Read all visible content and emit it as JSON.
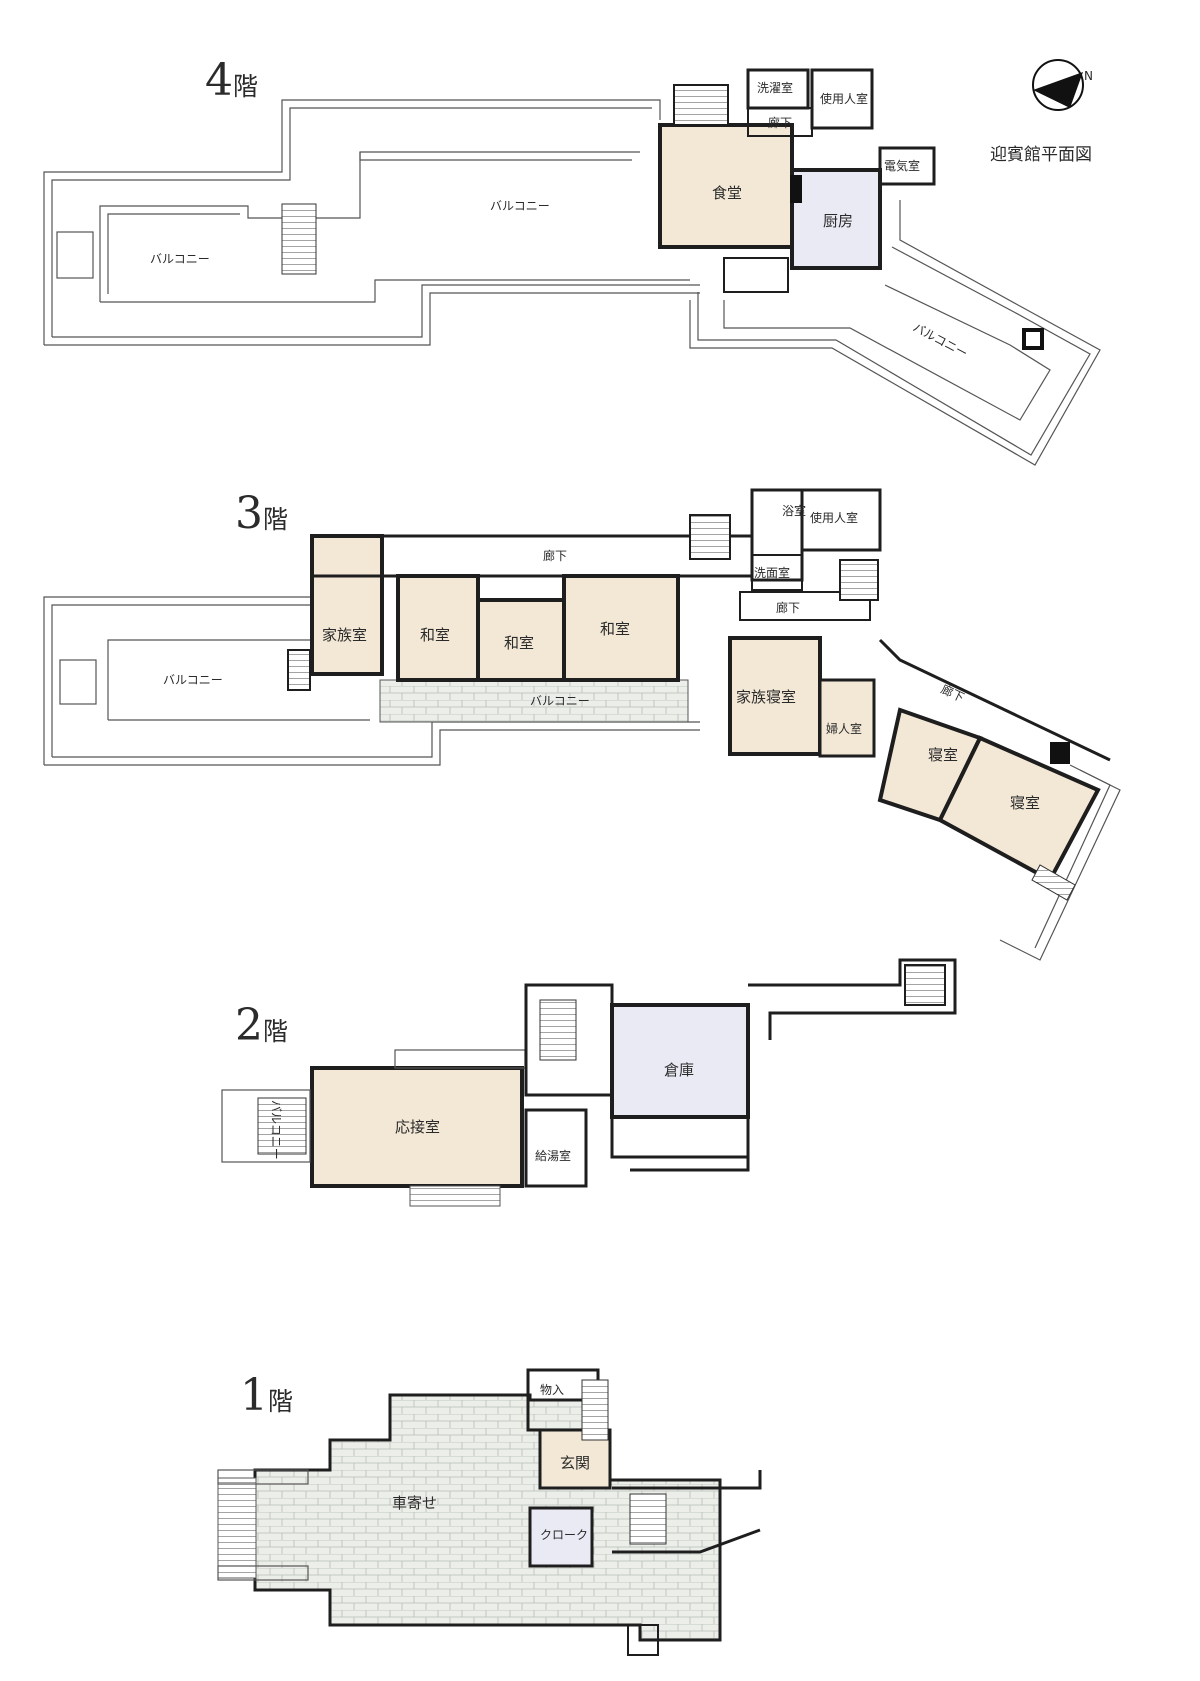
{
  "figure": {
    "title": "迎賓館平面図",
    "compass_label": "N"
  },
  "floors": {
    "f4": {
      "num": "4",
      "kai": "階",
      "rooms": {
        "sentaku": "洗濯室",
        "shiyounin": "使用人室",
        "rouka": "廊下",
        "shokudo": "食堂",
        "denki": "電気室",
        "chubo": "厨房",
        "balcony_center": "バルコニー",
        "balcony_west": "バルコニー",
        "balcony_east": "バルコニー"
      }
    },
    "f3": {
      "num": "3",
      "kai": "階",
      "rooms": {
        "yokushitsu": "浴室",
        "shiyounin": "使用人室",
        "senmen": "洗面室",
        "rouka_main": "廊下",
        "rouka_mid": "廊下",
        "rouka_east": "廊下",
        "kazoku": "家族室",
        "washitsu1": "和室",
        "washitsu2": "和室",
        "washitsu3": "和室",
        "balcony_west": "バルコニー",
        "balcony_south": "バルコニー",
        "kazoku_shinshitsu": "家族寝室",
        "fujin": "婦人室",
        "shinshitsu1": "寝室",
        "shinshitsu2": "寝室"
      }
    },
    "f2": {
      "num": "2",
      "kai": "階",
      "rooms": {
        "soko": "倉庫",
        "osetsu": "応接室",
        "kyuto": "給湯室",
        "balcony": "バルコニー"
      }
    },
    "f1": {
      "num": "1",
      "kai": "階",
      "rooms": {
        "monoire": "物入",
        "genkan": "玄関",
        "kuruma": "車寄せ",
        "cloak": "クローク"
      }
    }
  },
  "colors": {
    "wall": "#1e1e1e",
    "outline": "#5a5a5a",
    "room_beige": "#f3e8d6",
    "room_lavender": "#e9eaf4",
    "paving": "#eceee9",
    "background": "#ffffff"
  }
}
